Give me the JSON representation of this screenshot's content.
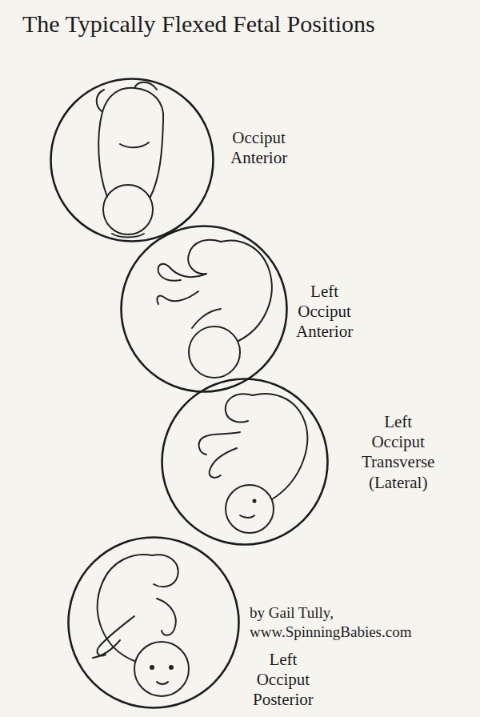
{
  "diagram": {
    "title": "The Typically Flexed Fetal Positions",
    "nodes": [
      {
        "text": [
          "Occiput Anterior"
        ]
      },
      {
        "text": [
          "Left Occiput Anterior"
        ]
      },
      {
        "text": [
          "Left Occiput Transverse (Lateral)"
        ]
      },
      {
        "text": [
          "Left Occiput Posterior"
        ]
      }
    ],
    "labels": [
      "by Gail Tully, www.SpinningBabies.com"
    ]
  }
}
